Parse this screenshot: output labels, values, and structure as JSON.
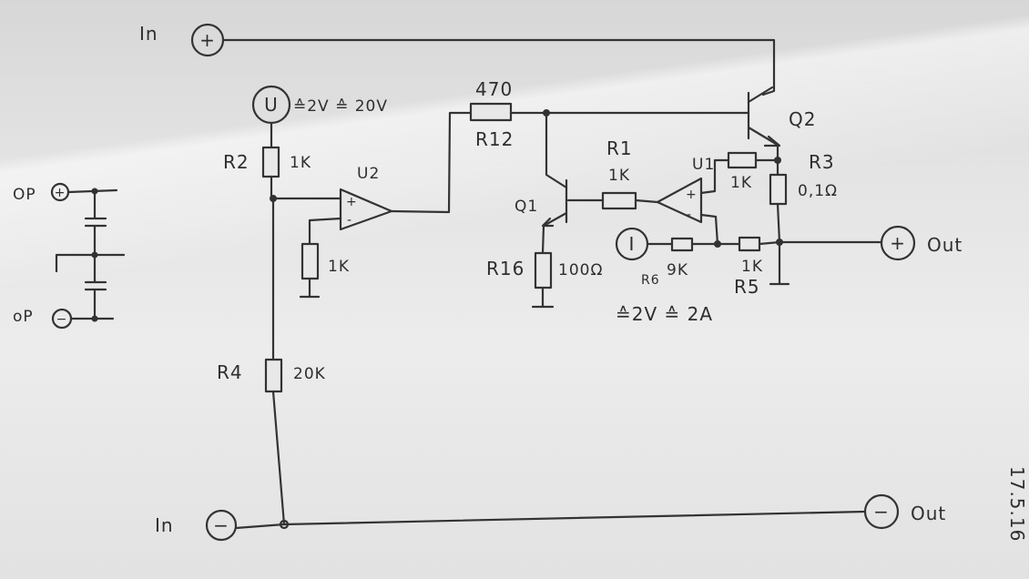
{
  "terminals": {
    "in_plus_label": "In",
    "in_plus_symbol": "+",
    "in_minus_label": "In",
    "in_minus_symbol": "−",
    "out_plus_label": "Out",
    "out_plus_symbol": "+",
    "out_minus_label": "Out",
    "out_minus_symbol": "−",
    "op_plus_label": "OP",
    "op_plus_symbol": "+",
    "op_minus_label": "oP",
    "op_minus_symbol": "−"
  },
  "sources": {
    "voltage_symbol": "U",
    "voltage_text": "≙2V ≙ 20V",
    "current_symbol": "I",
    "current_text": "≙2V ≙ 2A"
  },
  "components": {
    "r2_name": "R2",
    "r2_value": "1K",
    "r4_name": "R4",
    "r4_value": "20K",
    "r12_value": "470",
    "r12_name": "R12",
    "r1_name": "R1",
    "r1_value": "1K",
    "r3_name": "R3",
    "r3_value": "0,1Ω",
    "r5_value": "1K",
    "r5_name": "R5",
    "r6_name": "R6",
    "r6_value": "9K",
    "r16_name": "R16",
    "r16_value": "100Ω",
    "u2_name": "U2",
    "u2_pull_value": "1K",
    "u1_name": "U1",
    "u1_fb_value": "1K",
    "q1_name": "Q1",
    "q2_name": "Q2",
    "opamp_plus": "+",
    "opamp_minus": "-"
  },
  "date": "17.5.16"
}
